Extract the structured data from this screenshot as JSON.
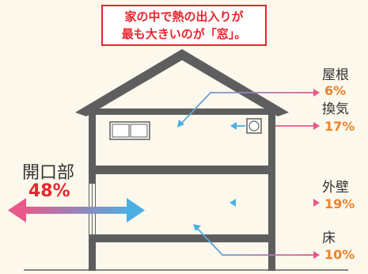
{
  "title": {
    "line1": "家の中で熱の出入りが",
    "line2": "最も大きいのが「窓」。"
  },
  "labels": {
    "roof": {
      "name": "屋根",
      "percent": "6%"
    },
    "ventilation": {
      "name": "換気",
      "percent": "17%"
    },
    "outer_wall": {
      "name": "外壁",
      "percent": "19%"
    },
    "floor": {
      "name": "床",
      "percent": "10%"
    },
    "openings": {
      "name": "開口部",
      "percent": "48%"
    }
  },
  "colors": {
    "background": "#fdf8ec",
    "house_frame": "#5e5e5e",
    "title_red": "#e8262d",
    "percent_orange": "#f0812a",
    "arrow_pink": "#e8588a",
    "arrow_blue": "#4ab0e4"
  },
  "icons": {
    "window": "window-icon",
    "vent_fan": "vent-fan-icon"
  }
}
